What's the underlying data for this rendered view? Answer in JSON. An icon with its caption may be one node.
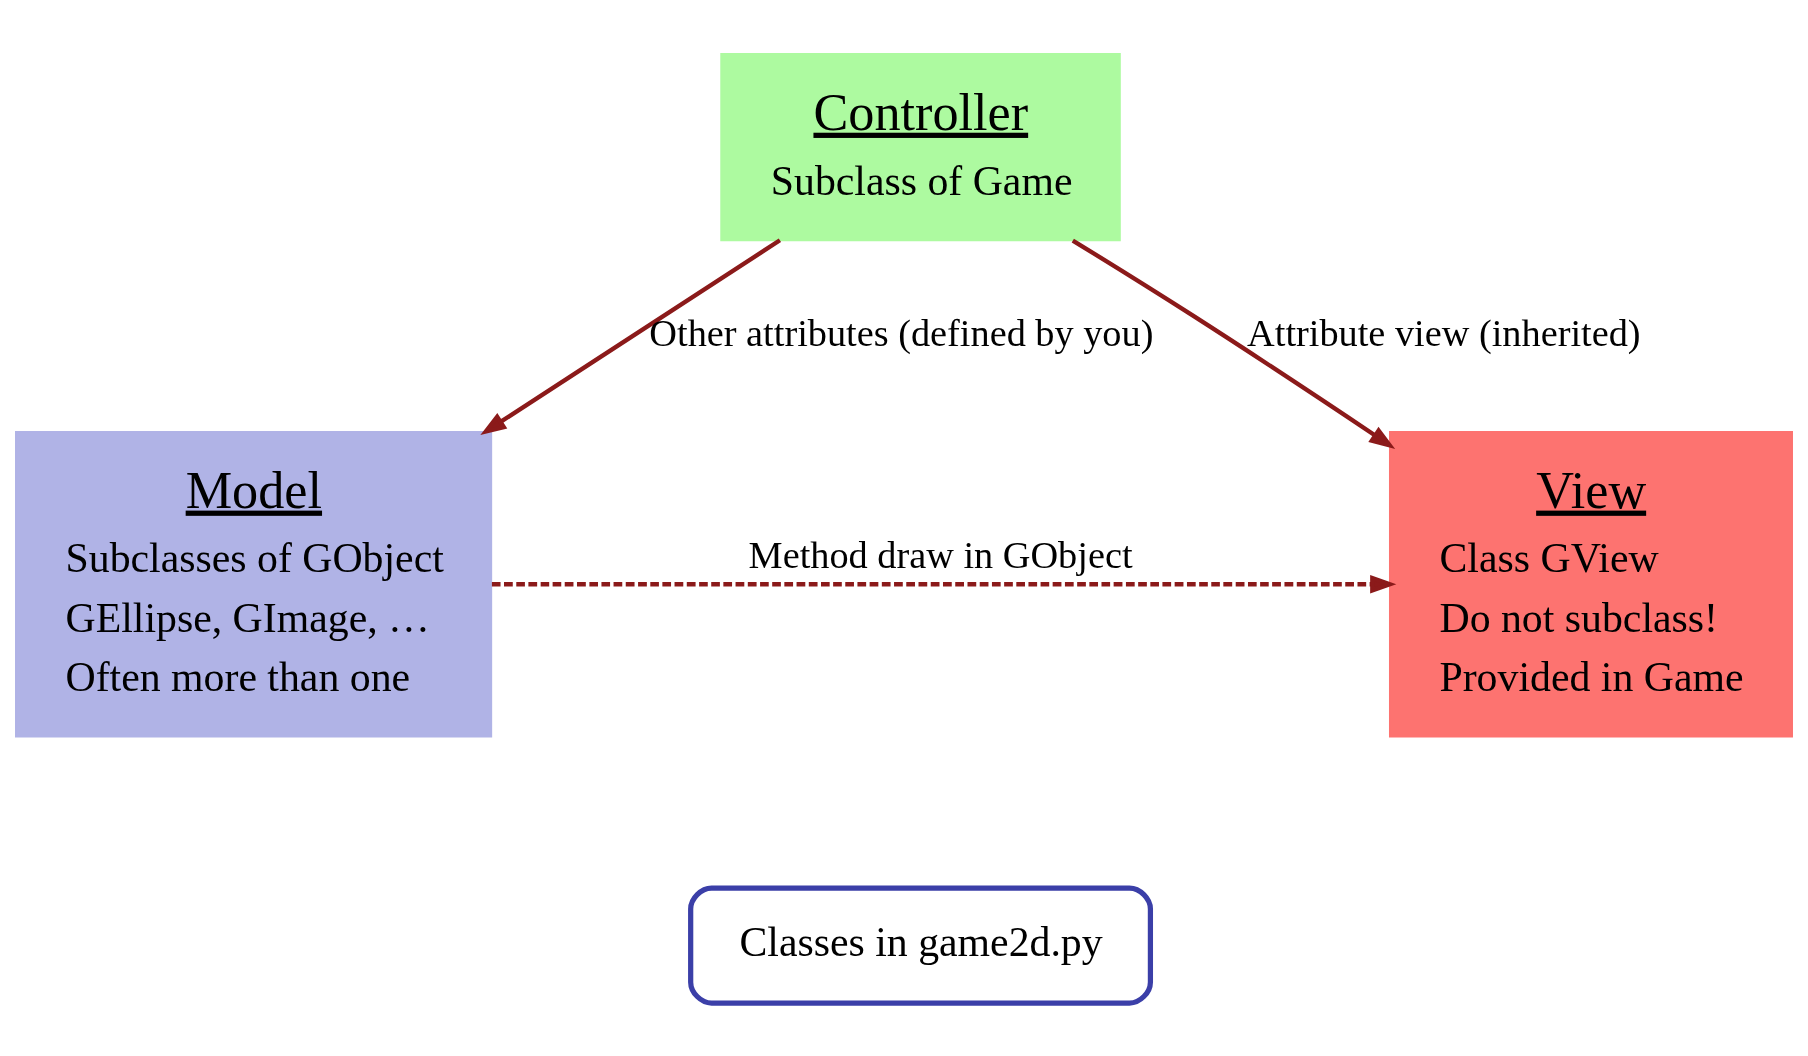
{
  "diagram": {
    "nodes": [
      {
        "text": [
          "Controller",
          "Subclass of Game"
        ]
      },
      {
        "text": [
          "Model",
          "Subclasses of GObject",
          "GEllipse, GImage, …",
          "Often more than one"
        ]
      },
      {
        "text": [
          "View",
          "Class GView",
          "Do not subclass!",
          "Provided in Game"
        ]
      },
      {
        "text": [
          "Classes in game2d.py"
        ]
      }
    ],
    "edges": [
      {
        "from": 0,
        "to": 1,
        "arrow": "to",
        "label": "Other attributes (defined by you)"
      },
      {
        "from": 0,
        "to": 2,
        "arrow": "to",
        "label": "Attribute view (inherited)"
      },
      {
        "from": 1,
        "to": 2,
        "arrow": "to",
        "label": "Method draw in GObject",
        "style": "dashed"
      }
    ]
  }
}
